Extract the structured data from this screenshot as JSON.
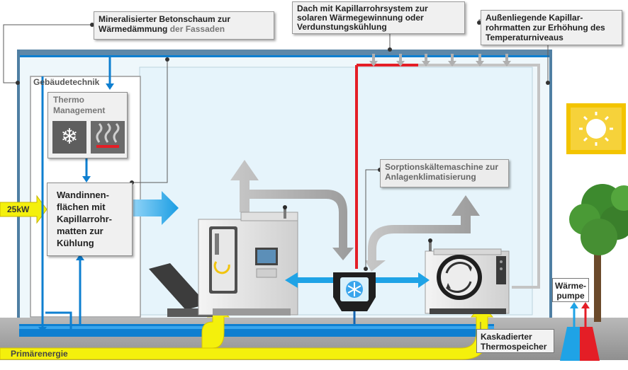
{
  "callouts": {
    "facade_line1": "Mineralisierter Betonschaum zur",
    "facade_line2a": "Wärmedämmung",
    "facade_line2b": "der Fassaden",
    "roof_line1": "Dach mit Kapillarrohrsystem zur",
    "roof_line2": "solaren Wärmegewinnung oder",
    "roof_line3": "Verdunstungskühlung",
    "outer_line1": "Außenliegende Kapillar-",
    "outer_line2": "rohrmatten zur Erhöhung des",
    "outer_line3": "Temperaturniveaus",
    "sorption_line1": "Sorptionskältemaschine zur",
    "sorption_line2": "Anlagenklimatisierung"
  },
  "building": {
    "tech_label": "Gebäudetechnik",
    "thermo_line1": "Thermo",
    "thermo_line2": "Management",
    "wall_line1": "Wandinnen-",
    "wall_line2": "flächen mit",
    "wall_line3": "Kapillarrohr-",
    "wall_line4": "matten zur",
    "wall_line5": "Kühlung"
  },
  "input_power": "25kW",
  "primary_energy": "Primärenergie",
  "heat_pump_line1": "Wärme-",
  "heat_pump_line2": "pumpe",
  "storage_line1": "Kaskadierter",
  "storage_line2": "Thermospeicher",
  "colors": {
    "water_blue": "#0e7fd0",
    "arrow_blue": "#1fa3e6",
    "pipe_dark": "#1565b0",
    "hot_red": "#e41e26",
    "energy_yellow": "#f4f00c",
    "interior": "#eef7fb",
    "ground": "#a6a6a6",
    "sun_bg": "#f3c400"
  }
}
